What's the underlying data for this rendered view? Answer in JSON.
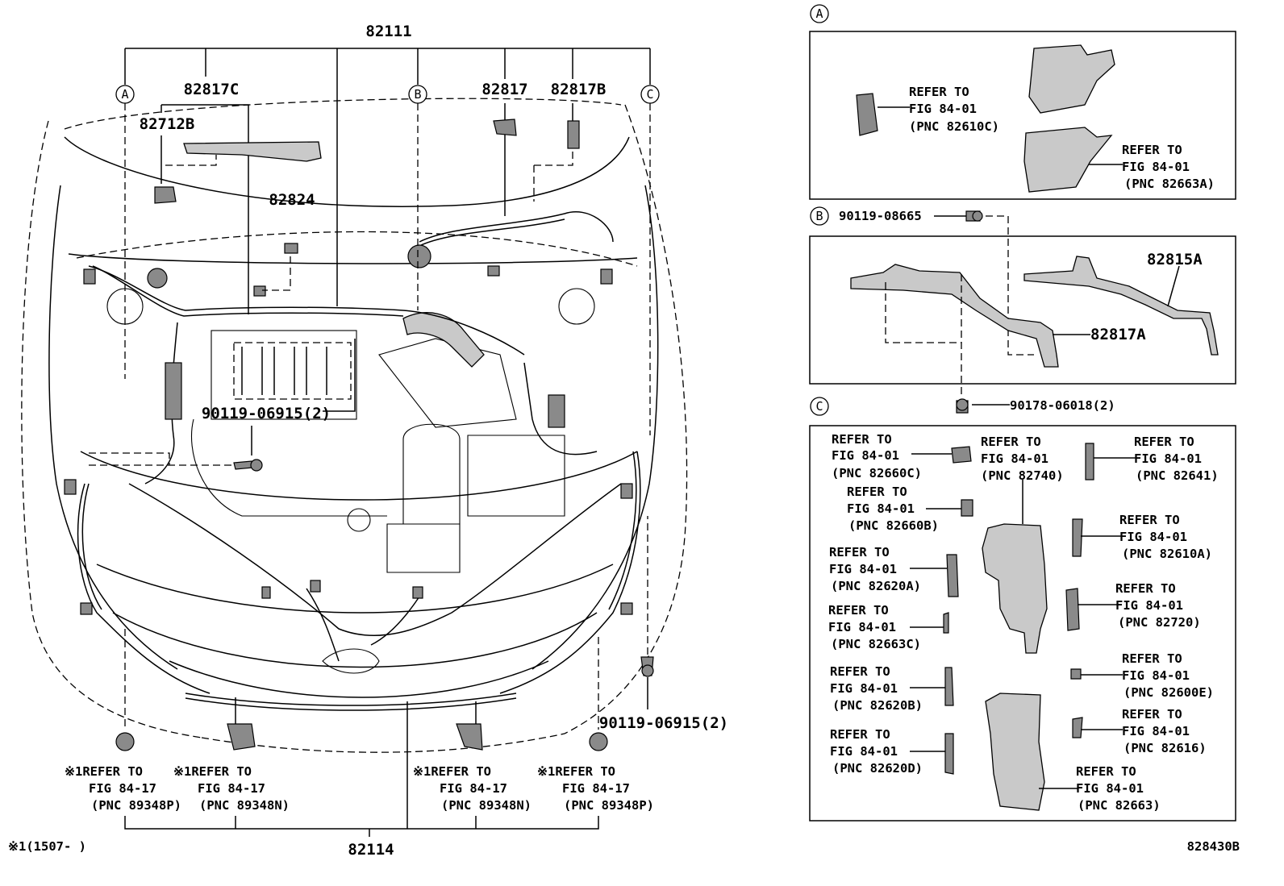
{
  "diagram_id": "828430B",
  "footnote": "※1(1507-     )",
  "main": {
    "top_part": "82111",
    "bottom_part": "82114",
    "labels": {
      "p82817C": "82817C",
      "p82712B": "82712B",
      "p82824": "82824",
      "p82817": "82817",
      "p82817B": "82817B",
      "bolt_center": "90119-06915(2)",
      "bolt_right": "90119-06915(2)"
    },
    "circles": {
      "a": "A",
      "b": "B",
      "c": "C"
    },
    "bottom_refs": [
      {
        "mark": "※1",
        "line1": "REFER TO",
        "line2": "FIG 84-17",
        "line3": "(PNC 89348P)"
      },
      {
        "mark": "※1",
        "line1": "REFER TO",
        "line2": "FIG 84-17",
        "line3": "(PNC 89348N)"
      },
      {
        "mark": "※1",
        "line1": "REFER TO",
        "line2": "FIG 84-17",
        "line3": "(PNC 89348N)"
      },
      {
        "mark": "※1",
        "line1": "REFER TO",
        "line2": "FIG 84-17",
        "line3": "(PNC 89348P)"
      }
    ]
  },
  "detail_a": {
    "circle": "A",
    "refs": [
      {
        "line1": "REFER TO",
        "line2": "FIG 84-01",
        "line3": "(PNC 82610C)"
      },
      {
        "line1": "REFER TO",
        "line2": "FIG 84-01",
        "line3": "(PNC 82663A)"
      }
    ]
  },
  "detail_b": {
    "circle": "B",
    "bolt_top": "90119-08665",
    "clip_bottom": "90178-06018(2)",
    "part_left": "82817A",
    "part_right": "82815A"
  },
  "detail_c": {
    "circle": "C",
    "refs": [
      {
        "line1": "REFER TO",
        "line2": "FIG 84-01",
        "line3": "(PNC 82660C)"
      },
      {
        "line1": "REFER TO",
        "line2": "FIG 84-01",
        "line3": "(PNC 82740)"
      },
      {
        "line1": "REFER TO",
        "line2": "FIG 84-01",
        "line3": "(PNC 82641)"
      },
      {
        "line1": "REFER TO",
        "line2": "FIG 84-01",
        "line3": "(PNC 82660B)"
      },
      {
        "line1": "REFER TO",
        "line2": "FIG 84-01",
        "line3": "(PNC 82610A)"
      },
      {
        "line1": "REFER TO",
        "line2": "FIG 84-01",
        "line3": "(PNC 82620A)"
      },
      {
        "line1": "REFER TO",
        "line2": "FIG 84-01",
        "line3": "(PNC 82720)"
      },
      {
        "line1": "REFER TO",
        "line2": "FIG 84-01",
        "line3": "(PNC 82663C)"
      },
      {
        "line1": "REFER TO",
        "line2": "FIG 84-01",
        "line3": "(PNC 82600E)"
      },
      {
        "line1": "REFER TO",
        "line2": "FIG 84-01",
        "line3": "(PNC 82620B)"
      },
      {
        "line1": "REFER TO",
        "line2": "FIG 84-01",
        "line3": "(PNC 82616)"
      },
      {
        "line1": "REFER TO",
        "line2": "FIG 84-01",
        "line3": "(PNC 82620D)"
      },
      {
        "line1": "REFER TO",
        "line2": "FIG 84-01",
        "line3": "(PNC 82663)"
      }
    ]
  }
}
